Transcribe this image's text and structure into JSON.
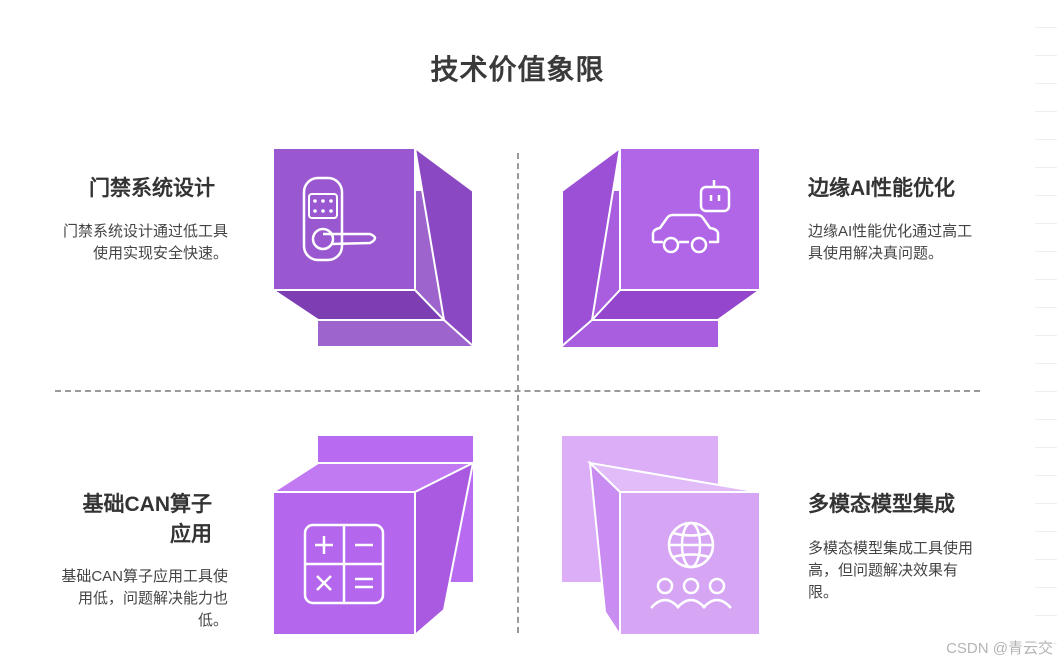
{
  "title": "技术价值象限",
  "quadrants": {
    "top_left": {
      "title": "门禁系统设计",
      "description": "门禁系统设计通过低工具使用实现安全快速。",
      "icon": "door-lock-icon",
      "color": "#8f4fc6"
    },
    "top_right": {
      "title": "边缘AI性能优化",
      "description": "边缘AI性能优化通过高工具使用解决真问题。",
      "icon": "robot-car-icon",
      "color": "#a95ee0"
    },
    "bottom_left": {
      "title_line1": "基础CAN算子",
      "title_line2": "应用",
      "description": "基础CAN算子应用工具使用低，问题解决能力也低。",
      "icon": "calculator-icon",
      "color": "#b86bf0"
    },
    "bottom_right": {
      "title": "多模态模型集成",
      "description": "多模态模型集成工具使用高，但问题解决效果有限。",
      "icon": "globe-people-icon",
      "color": "#d6a6f5"
    }
  },
  "watermark": "CSDN @青云交"
}
